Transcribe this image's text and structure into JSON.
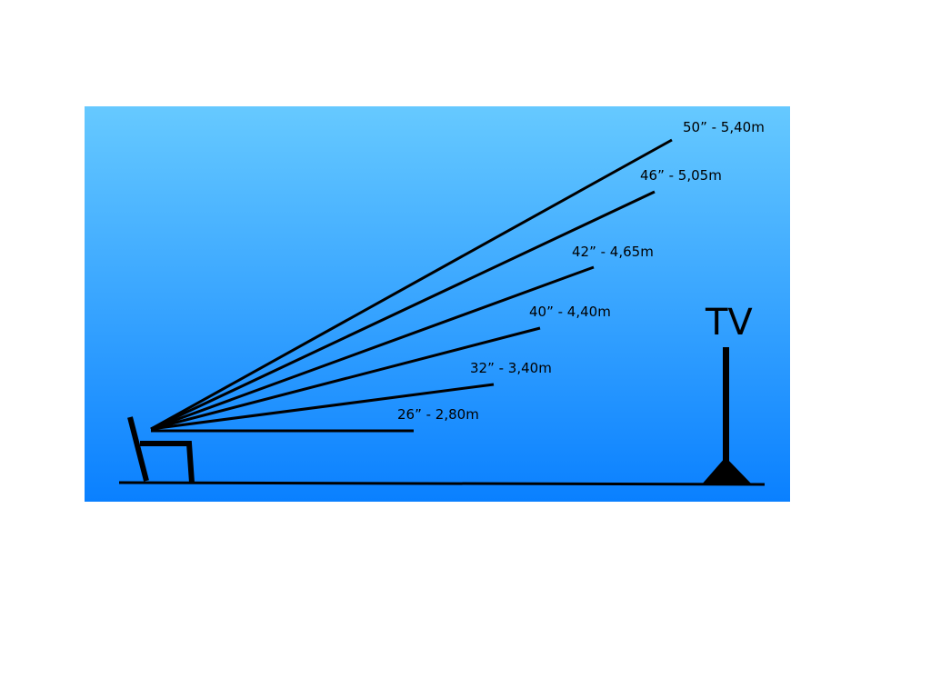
{
  "diagram": {
    "tv_label": "TV",
    "distances": [
      {
        "label": "26” - 2,80m"
      },
      {
        "label": "32” - 3,40m"
      },
      {
        "label": "40” - 4,40m"
      },
      {
        "label": "42” - 4,65m"
      },
      {
        "label": "46” - 5,05m"
      },
      {
        "label": "50” - 5,40m"
      }
    ]
  },
  "colors": {
    "background_top": "#66c9ff",
    "background_bottom": "#0a80ff",
    "ink": "#000000"
  }
}
